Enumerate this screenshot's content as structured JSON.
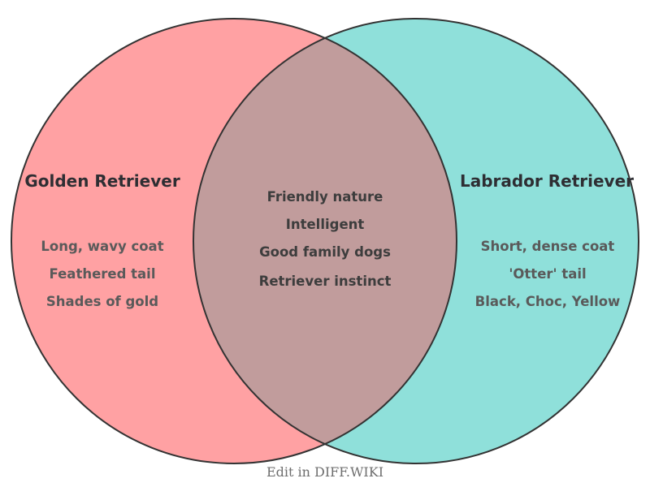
{
  "diagram": {
    "type": "venn",
    "background_color": "#ffffff",
    "outline_color": "#333333",
    "left_set": {
      "label": "Golden Retriever",
      "color": "#ffa1a3",
      "items": [
        "Long, wavy coat",
        "Feathered tail",
        "Shades of gold"
      ]
    },
    "right_set": {
      "label": "Labrador Retriever",
      "color": "#8fe0da",
      "items": [
        "Short, dense coat",
        "'Otter' tail",
        "Black, Choc, Yellow"
      ]
    },
    "overlap": {
      "color": "#c19c9c",
      "items": [
        "Friendly nature",
        "Intelligent",
        "Good family dogs",
        "Retriever instinct"
      ]
    },
    "footer": {
      "label": "Edit in DIFF.WIKI"
    }
  }
}
